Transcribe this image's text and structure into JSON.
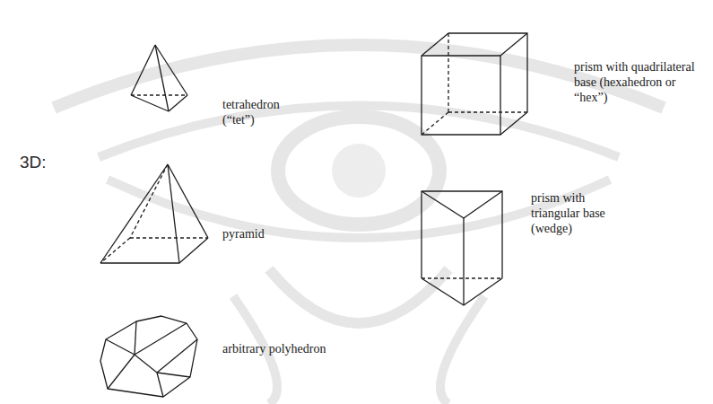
{
  "diagram": {
    "labels": [
      "3D:",
      "tetrahedron (“tet”)",
      "prism with quadrilateral base (hexahedron or “hex”)",
      "pyramid",
      "prism with triangular base (wedge)",
      "arbitrary polyhedron"
    ]
  }
}
